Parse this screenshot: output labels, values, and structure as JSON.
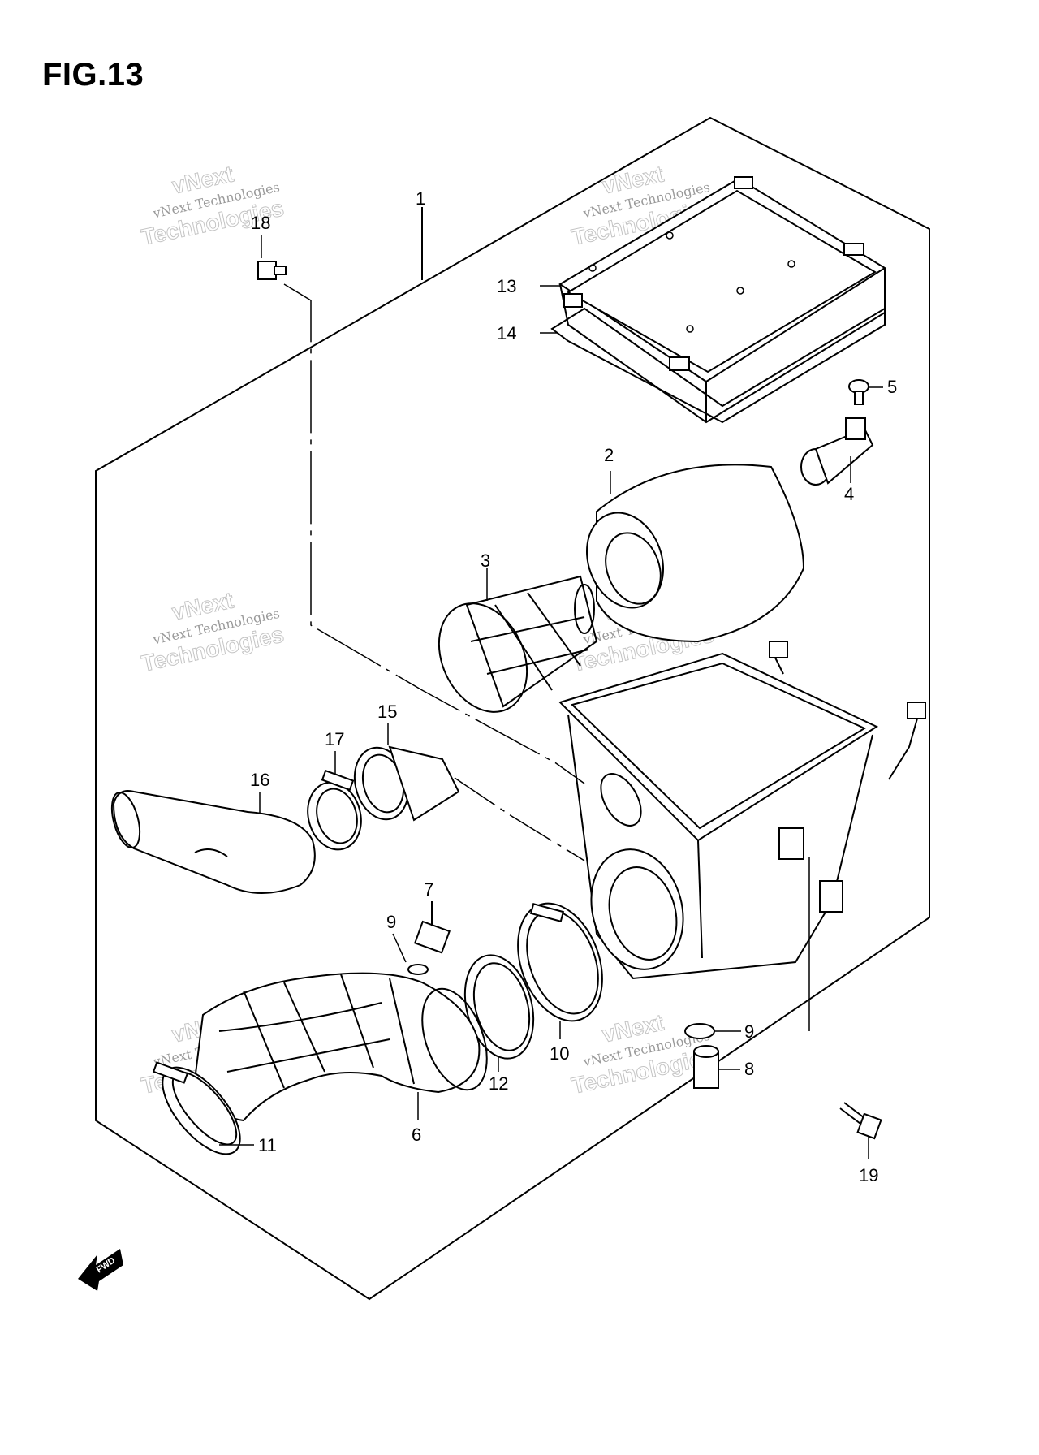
{
  "title": "FIG.13",
  "watermark": {
    "line1": "vNext Technologies",
    "line2": "vNext",
    "line3": "Technologies"
  },
  "callouts": [
    "1",
    "2",
    "3",
    "4",
    "5",
    "6",
    "7",
    "8",
    "9",
    "9",
    "10",
    "11",
    "12",
    "13",
    "14",
    "15",
    "16",
    "17",
    "18",
    "19"
  ],
  "fwd_label": "FWD"
}
